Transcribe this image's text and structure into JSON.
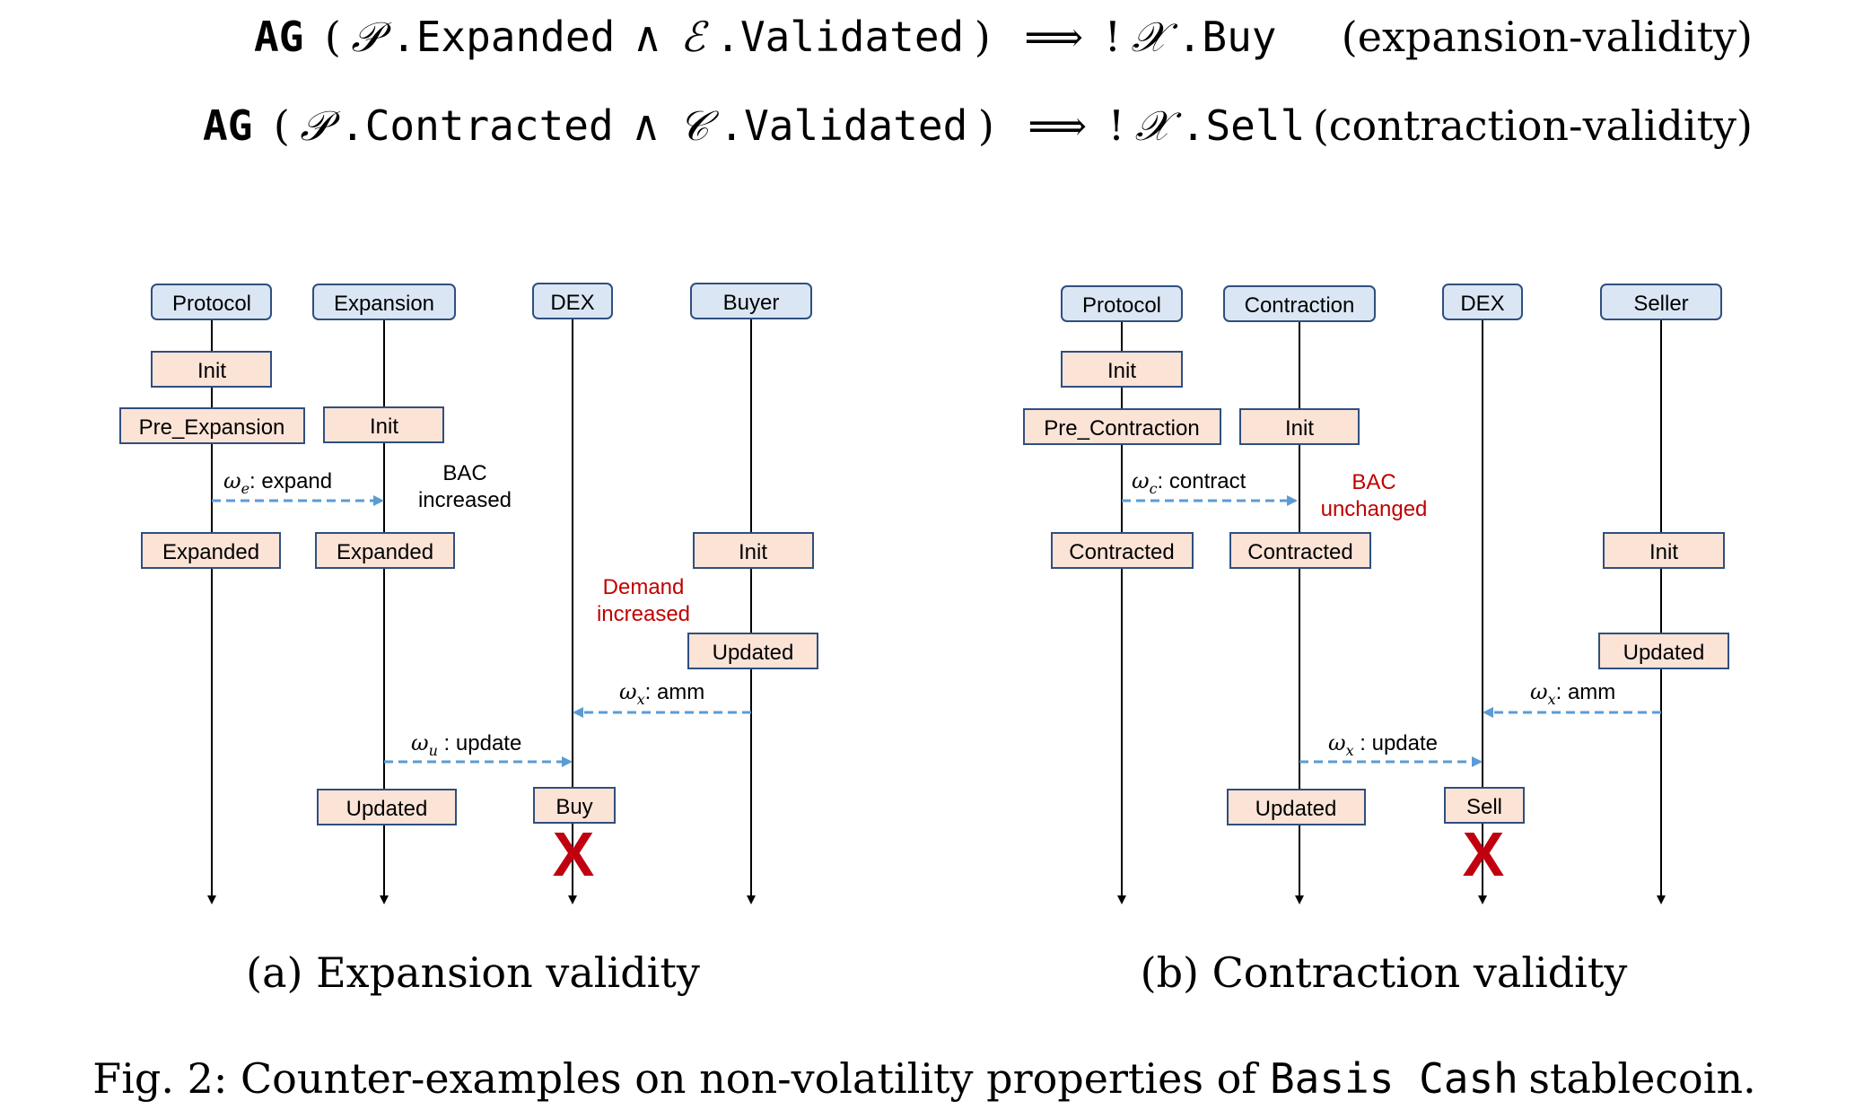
{
  "formulas": [
    {
      "ag": "AG",
      "open": "(",
      "p_sym": "𝒫",
      "p_state": ".Expanded",
      "and": "∧",
      "q_sym": "ℰ",
      "q_state": ".Validated",
      "close": ")",
      "implies": "⟹",
      "not": "!",
      "x_sym": "𝒳",
      "x_action": ".Buy",
      "label": "(expansion-validity)"
    },
    {
      "ag": "AG",
      "open": "(",
      "p_sym": "𝒫",
      "p_state": ".Contracted",
      "and": "∧",
      "q_sym": "𝒞",
      "q_state": ".Validated",
      "close": ")",
      "implies": "⟹",
      "not": "!",
      "x_sym": "𝒳",
      "x_action": ".Sell",
      "label": "(contraction-validity)"
    }
  ],
  "diagrams": [
    {
      "lifelines": [
        "Protocol",
        "Expansion",
        "DEX",
        "Buyer"
      ],
      "states": {
        "protocol_init": "Init",
        "protocol_pre": "Pre_Expansion",
        "protocol_done": "Expanded",
        "mid_init": "Init",
        "mid_done": "Expanded",
        "mid_updated": "Updated",
        "agent_init": "Init",
        "agent_updated": "Updated",
        "dex_action": "Buy"
      },
      "messages": {
        "m1_sym": "ω",
        "m1_sub": "e",
        "m1_text": ": expand",
        "m2_sym": "ω",
        "m2_sub": "x",
        "m2_text": ": amm",
        "m3_sym": "ω",
        "m3_sub": "u",
        "m3_text": " : update"
      },
      "notes": {
        "note1_line1": "BAC",
        "note1_line2": "increased",
        "note2_line1": "Demand",
        "note2_line2": "increased"
      },
      "violation_mark": "X",
      "caption": "(a) Expansion validity"
    },
    {
      "lifelines": [
        "Protocol",
        "Contraction",
        "DEX",
        "Seller"
      ],
      "states": {
        "protocol_init": "Init",
        "protocol_pre": "Pre_Contraction",
        "protocol_done": "Contracted",
        "mid_init": "Init",
        "mid_done": "Contracted",
        "mid_updated": "Updated",
        "agent_init": "Init",
        "agent_updated": "Updated",
        "dex_action": "Sell"
      },
      "messages": {
        "m1_sym": "ω",
        "m1_sub": "c",
        "m1_text": ": contract",
        "m2_sym": "ω",
        "m2_sub": "x",
        "m2_text": ": amm",
        "m3_sym": "ω",
        "m3_sub": "x",
        "m3_text": " : update"
      },
      "notes": {
        "note1_line1": "BAC",
        "note1_line2": "unchanged"
      },
      "violation_mark": "X",
      "caption": "(b) Contraction validity"
    }
  ],
  "figure_caption": {
    "prefix": "Fig. 2: Counter-examples on non-volatility properties of ",
    "name": "Basis Cash",
    "suffix": " stablecoin."
  },
  "colors": {
    "header_fill": "#dbe6f4",
    "header_stroke": "#2f4f7f",
    "state_fill": "#fbe3d6",
    "state_stroke": "#2f4f7f",
    "message_arrow": "#5b9bd5",
    "alert_text": "#c00000",
    "violation_mark": "#c0000f"
  }
}
